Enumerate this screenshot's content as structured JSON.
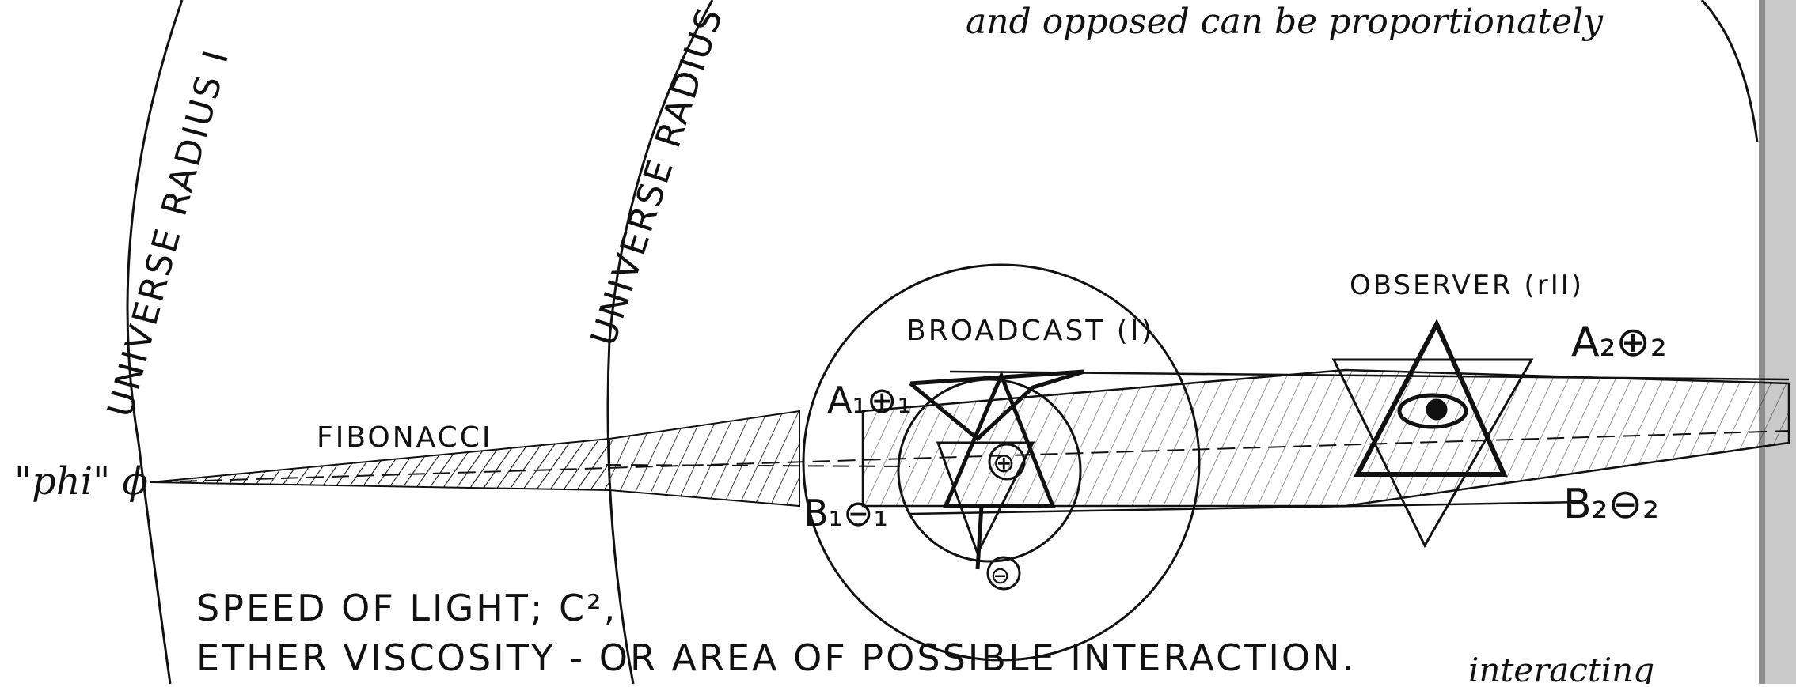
{
  "top_note": "and opposed can be proportionately",
  "bottom_note": "interacting",
  "labels": {
    "radius_one": "UNIVERSE RADIUS I",
    "radius_two": "UNIVERSE RADIUS II",
    "fibonacci": "FIBONACCI",
    "phi": "\"phi\" ϕ",
    "broadcast": "BROADCAST (I)",
    "observer": "OBSERVER (rII)",
    "a1": "A₁⊕₁",
    "b1": "B₁⊖₁",
    "a2": "A₂⊕₂",
    "b2": "B₂⊖₂",
    "plus_center": "⊕",
    "minus_bottom": "⊖"
  },
  "caption": {
    "line1": "SPEED OF LIGHT; C²,",
    "line2": "ETHER VISCOSITY - OR AREA OF POSSIBLE INTERACTION."
  },
  "colors": {
    "ink": "#111111",
    "paper": "#ffffff",
    "edge": "#9a9a9a"
  }
}
